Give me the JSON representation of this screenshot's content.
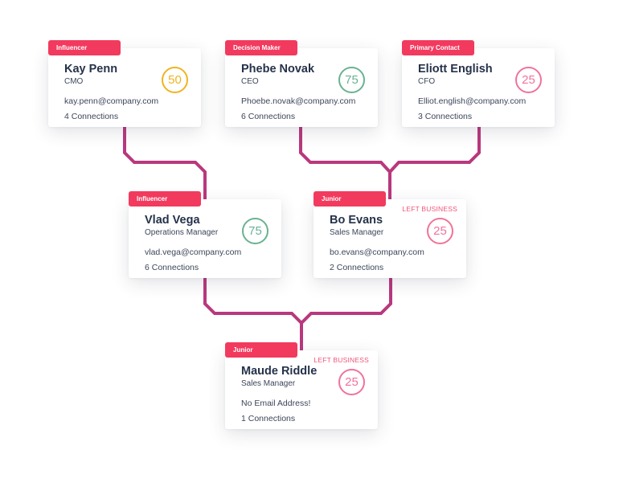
{
  "colors": {
    "tag": "#f23a5e",
    "connector": "#b9387e",
    "score_high": "#6ab290",
    "score_mid": "#f0b41e",
    "score_low": "#f07399",
    "left_business": "#f0557a"
  },
  "cards": [
    {
      "tag": "Influencer",
      "name": "Kay Penn",
      "role": "CMO",
      "email": "kay.penn@company.com",
      "connections": "4 Connections",
      "score": "50",
      "score_level": "mid",
      "flag": ""
    },
    {
      "tag": "Decision Maker",
      "name": "Phebe Novak",
      "role": "CEO",
      "email": "Phoebe.novak@company.com",
      "connections": "6 Connections",
      "score": "75",
      "score_level": "high",
      "flag": ""
    },
    {
      "tag": "Primary Contact",
      "name": "Eliott English",
      "role": "CFO",
      "email": "Elliot.english@company.com",
      "connections": "3 Connections",
      "score": "25",
      "score_level": "low",
      "flag": ""
    },
    {
      "tag": "Influencer",
      "name": "Vlad Vega",
      "role": "Operations Manager",
      "email": "vlad.vega@company.com",
      "connections": "6 Connections",
      "score": "75",
      "score_level": "high",
      "flag": ""
    },
    {
      "tag": "Junior",
      "name": "Bo Evans",
      "role": "Sales Manager",
      "email": "bo.evans@company.com",
      "connections": "2 Connections",
      "score": "25",
      "score_level": "low",
      "flag": "LEFT BUSINESS"
    },
    {
      "tag": "Junior",
      "name": "Maude Riddle",
      "role": "Sales Manager",
      "email": "No Email Address!",
      "connections": "1 Connections",
      "score": "25",
      "score_level": "low",
      "flag": "LEFT BUSINESS"
    }
  ]
}
